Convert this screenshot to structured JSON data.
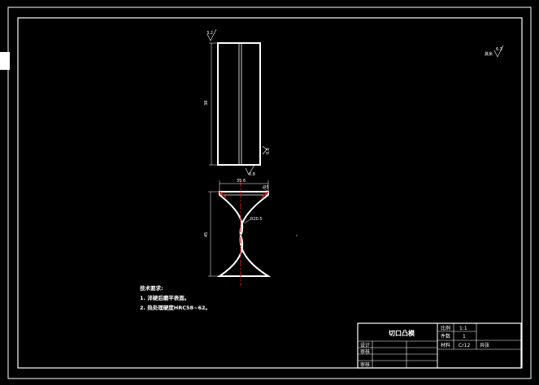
{
  "drawing": {
    "part_name": "切口凸模",
    "surface_finish_other": "其余",
    "surface_finish_other_value": "6.3",
    "roughness_top": "3.2",
    "roughness_side": "0.8",
    "roughness_bottom": "0.8",
    "dim_height_top_view": "38",
    "dim_width_front": "35.6",
    "dim_height_front": "45",
    "dim_radius": "R20.5",
    "dim_chamfer": "R5",
    "tech_requirements": {
      "title": "技术要求:",
      "item1": "1. 淬硬后磨平表面。",
      "item2": "2. 热处理硬度HRC58~62。"
    },
    "title_block": {
      "scale_label": "比例",
      "scale_value": "1:1",
      "quantity_label": "件数",
      "quantity_value": "1",
      "material_label": "材料",
      "material_value": "Cr12",
      "sheet_label": "共张",
      "designer_label": "设计",
      "checker_label": "审核",
      "approver_label": "审核"
    }
  }
}
